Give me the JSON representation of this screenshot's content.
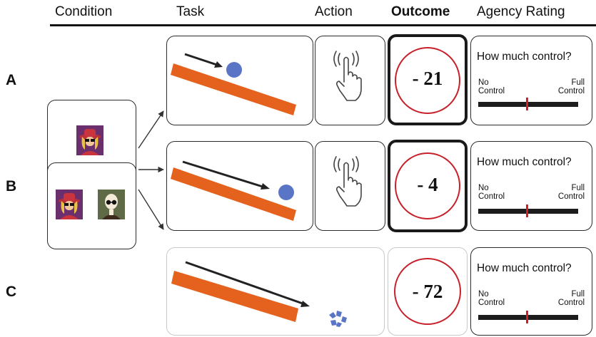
{
  "headers": {
    "condition": "Condition",
    "task": "Task",
    "action": "Action",
    "outcome": "Outcome",
    "agency": "Agency Rating"
  },
  "rows": [
    {
      "label": "A",
      "outcome": "- 21",
      "question": "How much control?",
      "scale_left": [
        "No",
        "Control"
      ],
      "scale_right": [
        "Full",
        "Control"
      ],
      "has_action": true,
      "rating_fraction": 0.49
    },
    {
      "label": "B",
      "outcome": "- 4",
      "question": "How much control?",
      "scale_left": [
        "No",
        "Control"
      ],
      "scale_right": [
        "Full",
        "Control"
      ],
      "has_action": true,
      "rating_fraction": 0.49
    },
    {
      "label": "C",
      "outcome": "- 72",
      "question": "How much control?",
      "scale_left": [
        "No",
        "Control"
      ],
      "scale_right": [
        "Full",
        "Control"
      ],
      "has_action": false,
      "rating_fraction": 0.49
    }
  ],
  "colors": {
    "plank": "#e4621d",
    "ball": "#5a75c5",
    "outcome_ring": "#c8202a",
    "rating_marker": "#d11f2a",
    "rating_bar": "#1c1c1c"
  },
  "icons": {
    "action": "tap-hand-icon",
    "avatar_agent": "avatar-hat-sunglasses",
    "avatar_other": "avatar-bald-glasses",
    "broken_ball": "shattered-ball-icon"
  }
}
